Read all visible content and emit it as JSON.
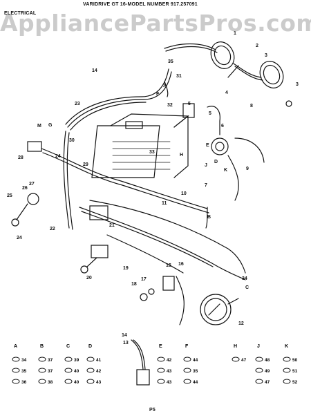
{
  "header": {
    "title": "VARIDRIVE GT 16-MODEL NUMBER 917.257091",
    "section": "ELECTRICAL",
    "page": "P5"
  },
  "watermark": "AppliancePartsPros.com",
  "callouts": [
    "1",
    "2",
    "3",
    "3",
    "4",
    "5",
    "5",
    "6",
    "7",
    "8",
    "9",
    "10",
    "11",
    "12",
    "13",
    "14",
    "14",
    "15",
    "16",
    "17",
    "18",
    "19",
    "20",
    "21",
    "22",
    "23",
    "24",
    "24",
    "25",
    "26",
    "27",
    "28",
    "29",
    "30",
    "31",
    "32",
    "33",
    "34",
    "35",
    "A",
    "B",
    "C",
    "D",
    "E",
    "F",
    "G",
    "H",
    "J",
    "K",
    "M"
  ],
  "hardware": [
    {
      "letter": "A",
      "parts": [
        "34",
        "35",
        "36"
      ]
    },
    {
      "letter": "B",
      "parts": [
        "37",
        "37",
        "38"
      ]
    },
    {
      "letter": "C",
      "parts": [
        "39",
        "40",
        "40"
      ]
    },
    {
      "letter": "D",
      "parts": [
        "41",
        "42",
        "43"
      ]
    },
    {
      "letter": "E",
      "parts": [
        "42",
        "43",
        "43"
      ]
    },
    {
      "letter": "F",
      "parts": [
        "44",
        "35",
        "44"
      ]
    },
    {
      "letter": "H",
      "parts": [
        "47"
      ]
    },
    {
      "letter": "J",
      "parts": [
        "48",
        "49",
        "47"
      ]
    },
    {
      "letter": "K",
      "parts": [
        "50",
        "51",
        "52"
      ]
    }
  ],
  "colors": {
    "ink": "#111111",
    "watermark": "#a0a0a0"
  }
}
